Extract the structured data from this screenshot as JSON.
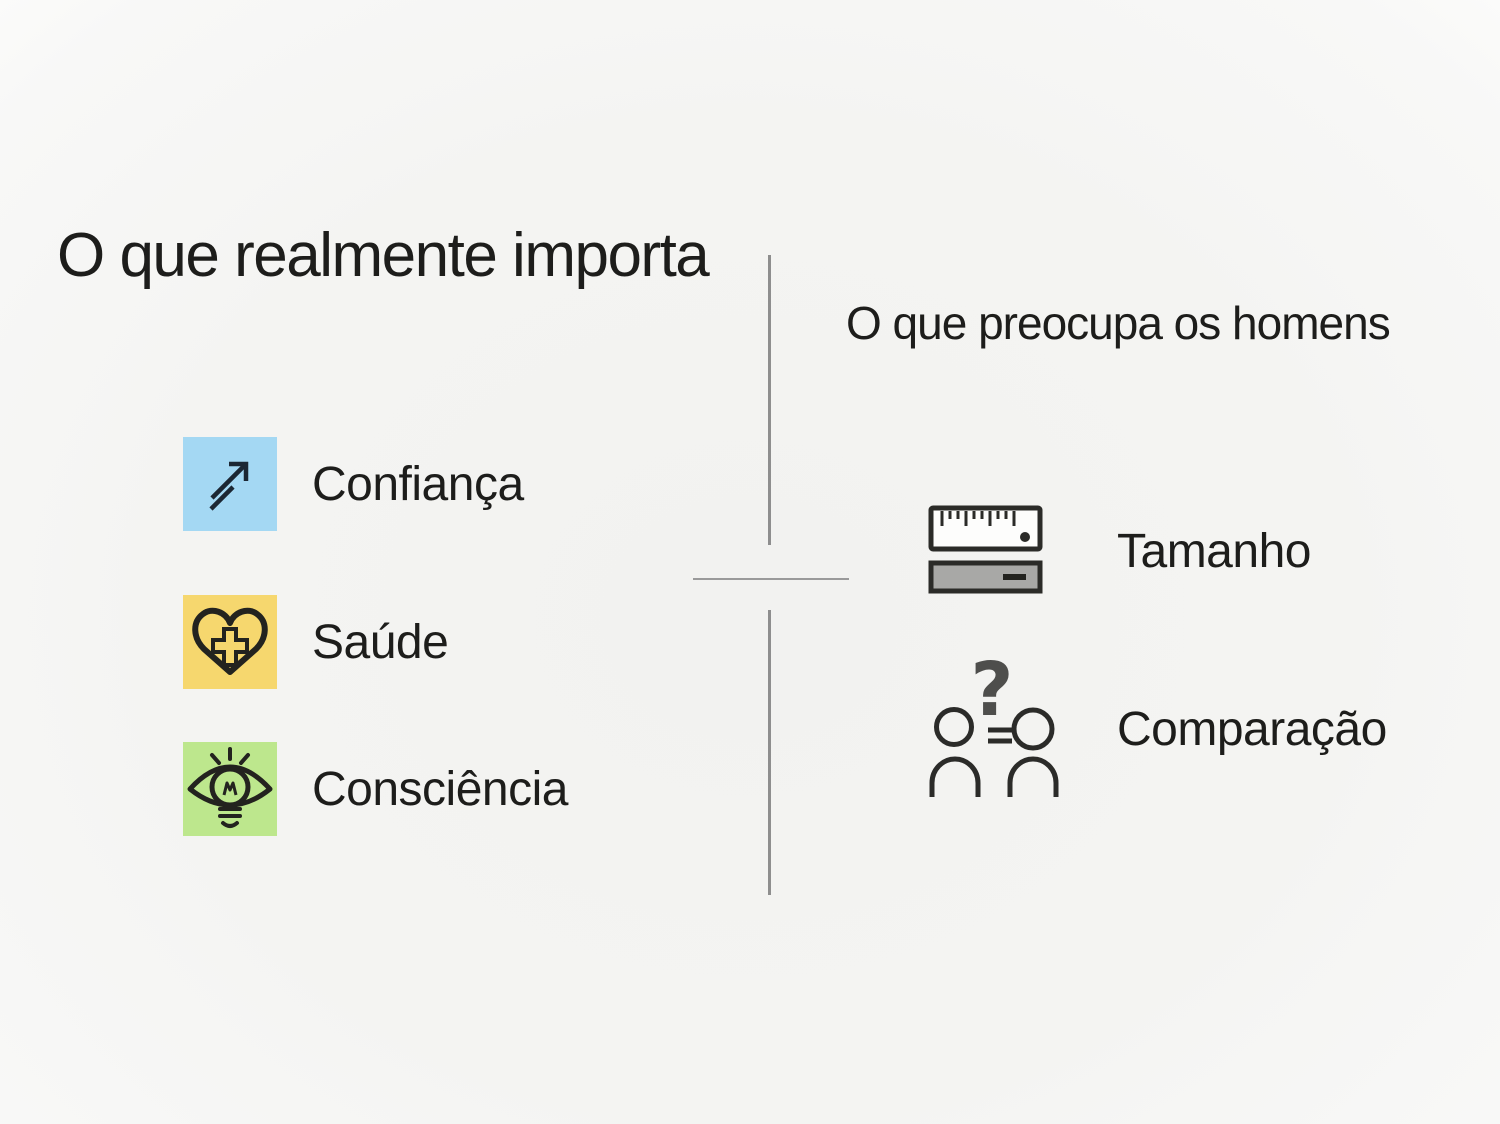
{
  "page": {
    "background_color": "#f4f4f2",
    "text_color": "#1d1d1b"
  },
  "left_section": {
    "title": "O que realmente importa",
    "items": [
      {
        "label": "Confiança",
        "icon": "trend-up-arrow-icon",
        "tile_color": "#a4d8f3"
      },
      {
        "label": "Saúde",
        "icon": "heart-cross-icon",
        "tile_color": "#f6d76e"
      },
      {
        "label": "Consciência",
        "icon": "eye-lightbulb-icon",
        "tile_color": "#bde78d"
      }
    ]
  },
  "right_section": {
    "title": "O que preocupa os homens",
    "items": [
      {
        "label": "Tamanho",
        "icon": "ruler-icon"
      },
      {
        "label": "Comparação",
        "icon": "people-comparison-icon"
      }
    ]
  },
  "divider": {
    "color": "#8e8e8e"
  },
  "icons": {
    "question_mark_glyph": "?"
  }
}
